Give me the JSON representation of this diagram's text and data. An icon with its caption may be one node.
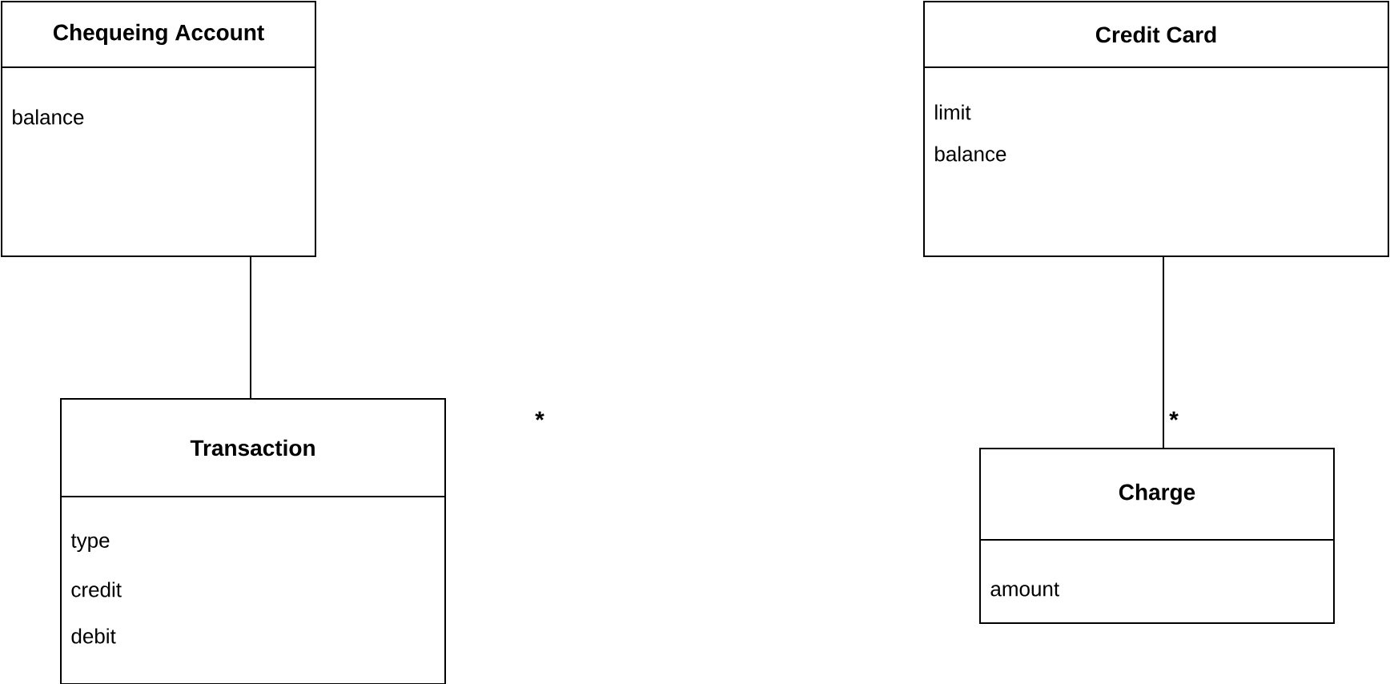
{
  "diagram": {
    "nodes": [
      {
        "text": [
          "Chequeing Account",
          "balance"
        ]
      },
      {
        "text": [
          "Transaction",
          "type",
          "credit",
          "debit"
        ]
      },
      {
        "text": [
          "Credit Card",
          "limit",
          "balance"
        ]
      },
      {
        "text": [
          "Charge",
          "amount"
        ]
      }
    ],
    "edges": [
      {
        "from": 0,
        "to": 1,
        "arrow": "none"
      },
      {
        "from": 2,
        "to": 3,
        "arrow": "none",
        "label": "*"
      }
    ],
    "labels": [
      "*"
    ]
  }
}
